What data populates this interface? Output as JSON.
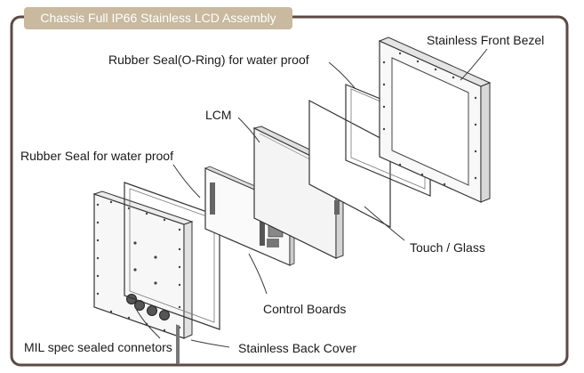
{
  "title": "Chassis Full IP66 Stainless LCD Assembly",
  "labels": {
    "front_bezel": "Stainless Front Bezel",
    "o_ring": "Rubber Seal(O-Ring) for water proof",
    "lcm": "LCM",
    "rubber_seal": "Rubber Seal for water proof",
    "touch_glass": "Touch / Glass",
    "control_boards": "Control Boards",
    "connectors": "MIL spec sealed connetors",
    "back_cover": "Stainless Back Cover"
  },
  "colors": {
    "frame": "#5b4a44",
    "tab": "#c8b99f",
    "line": "#3a3a3a"
  }
}
